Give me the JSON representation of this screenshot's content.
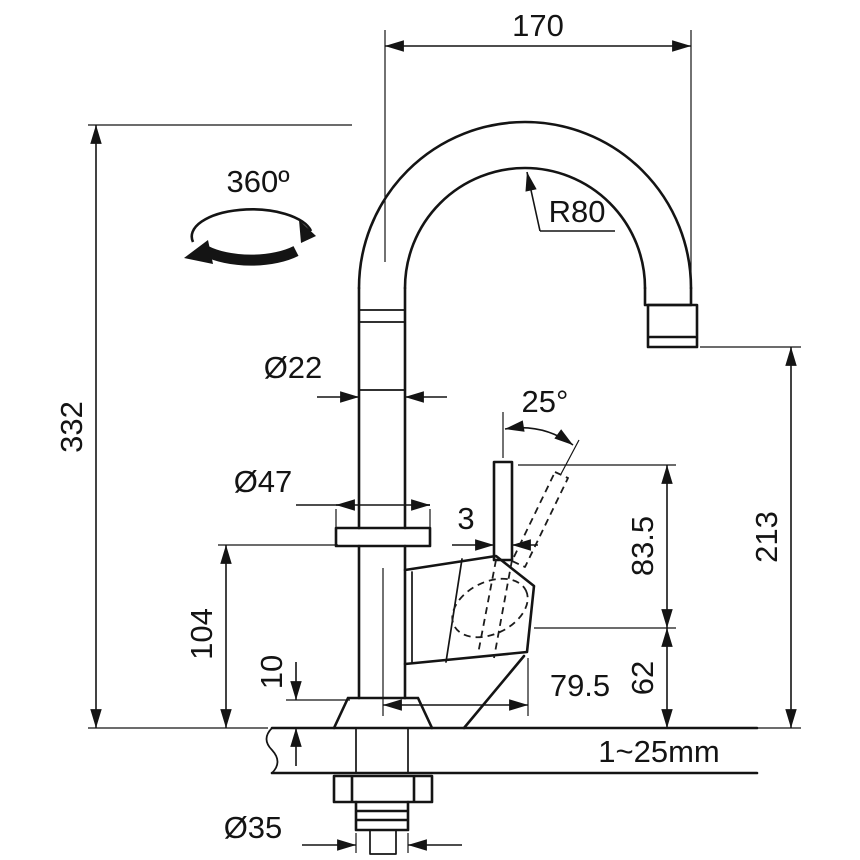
{
  "drawing": {
    "type": "technical-dimension-drawing",
    "subject": "single-lever kitchen faucet, side elevation with installation section",
    "line_color": "#141414",
    "background": "#ffffff",
    "labels": {
      "spout_reach": "170",
      "swivel": "360º",
      "spout_radius": "R80",
      "overall_height": "332",
      "body_diameter": "Ø22",
      "base_diameter": "Ø47",
      "lever_angle": "25°",
      "lever_thickness": "3",
      "body_height": "104",
      "base_height": "10",
      "lever_top_height": "83.5",
      "lever_bottom_height": "62",
      "outlet_height": "213",
      "lever_reach": "79.5",
      "deck_thickness_range": "1~25mm",
      "hole_diameter": "Ø35"
    }
  }
}
